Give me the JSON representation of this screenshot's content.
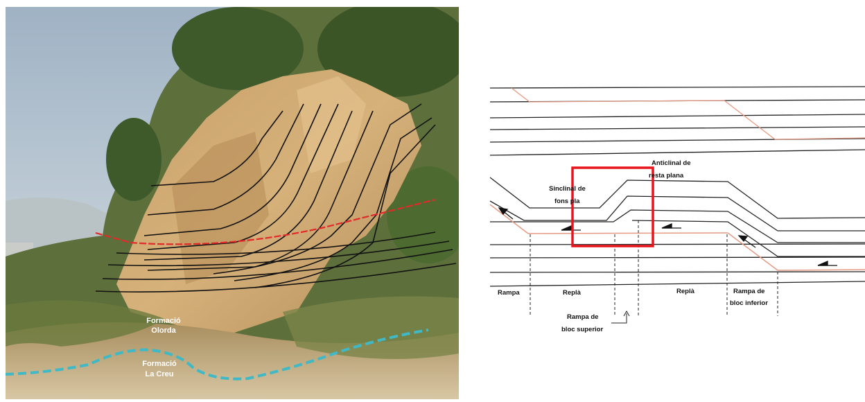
{
  "photo": {
    "labels": {
      "olorda_line1": "Formació",
      "olorda_line2": "Olorda",
      "creu_line1": "Formació",
      "creu_line2": "La Creu"
    }
  },
  "diagram": {
    "labels": {
      "anticlinal_line1": "Anticlinal de",
      "anticlinal_line2": "resta plana",
      "sinclinal_line1": "Sinclinal de",
      "sinclinal_line2": "fons pla",
      "rampa": "Rampa",
      "repla_left": "Replà",
      "repla_right": "Replà",
      "rampa_inf_line1": "Rampa de",
      "rampa_inf_line2": "bloc inferior",
      "rampa_sup_line1": "Rampa de",
      "rampa_sup_line2": "bloc superior"
    },
    "colors": {
      "strata": "#222222",
      "fault": "#e59a84",
      "highlight_box": "#e8141c",
      "photo_strata": "#111111",
      "photo_fault": "#e22a2a",
      "formation_boundary": "#3fb9c6"
    }
  }
}
